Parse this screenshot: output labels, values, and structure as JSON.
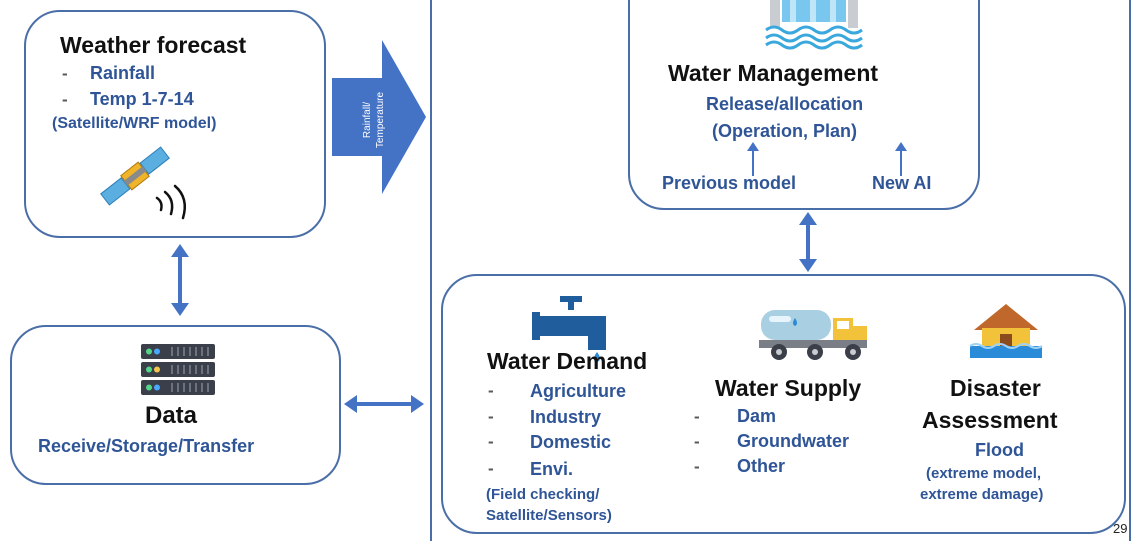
{
  "weather": {
    "title": "Weather forecast",
    "items": [
      "Rainfall",
      "Temp 1-7-14"
    ],
    "source": "(Satellite/WRF model)"
  },
  "arrow_label": [
    "Rainfall/",
    "Temperature"
  ],
  "data_box": {
    "title": "Data",
    "subtitle": "Receive/Storage/Transfer"
  },
  "management": {
    "title": "Water Management",
    "line1": "Release/allocation",
    "line2": "(Operation, Plan)",
    "left_input": "Previous model",
    "right_input": "New AI"
  },
  "demand": {
    "title": "Water Demand",
    "items": [
      "Agriculture",
      "Industry",
      "Domestic",
      "Envi."
    ],
    "note_line1": "(Field checking/",
    "note_line2": "Satellite/Sensors)"
  },
  "supply": {
    "title": "Water Supply",
    "items": [
      "Dam",
      "Groundwater",
      "Other"
    ]
  },
  "disaster": {
    "title_line1": "Disaster",
    "title_line2": "Assessment",
    "item": "Flood",
    "note_line1": "(extreme model,",
    "note_line2": "extreme damage)"
  },
  "page_number": "29",
  "colors": {
    "accent": "#4472c4",
    "label_blue": "#2f5597",
    "border": "#4a6ea8"
  }
}
